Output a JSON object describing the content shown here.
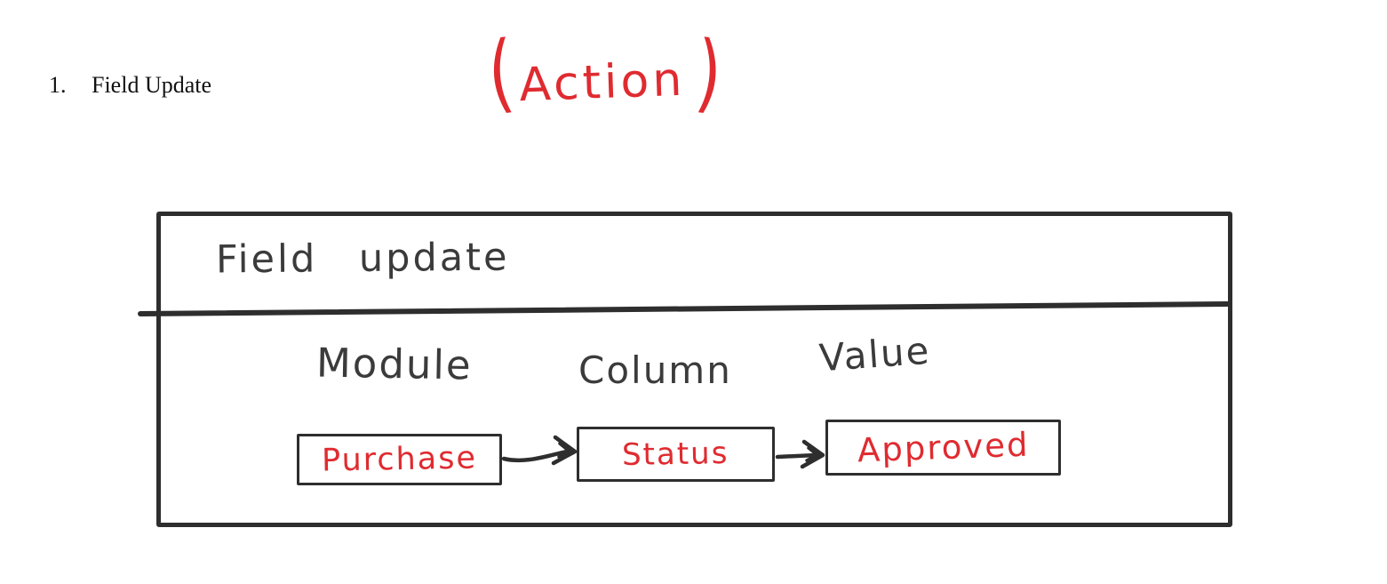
{
  "page": {
    "background_color": "#ffffff",
    "ink_color": "#2e2e2e",
    "handwriting_color": "#3b3b3b",
    "accent_color": "#df2b30"
  },
  "heading": {
    "number": "1.",
    "title": "Field Update"
  },
  "annotation": {
    "open_paren": "(",
    "label": "Action",
    "close_paren": ")",
    "color": "#df2b30"
  },
  "diagram": {
    "title": "Field update",
    "columns": [
      {
        "label": "Module",
        "node": "Purchase"
      },
      {
        "label": "Column",
        "node": "Status"
      },
      {
        "label": "Value",
        "node": "Approved"
      }
    ],
    "arrows": [
      {
        "from": "Purchase",
        "to": "Status"
      },
      {
        "from": "Status",
        "to": "Approved"
      }
    ]
  }
}
